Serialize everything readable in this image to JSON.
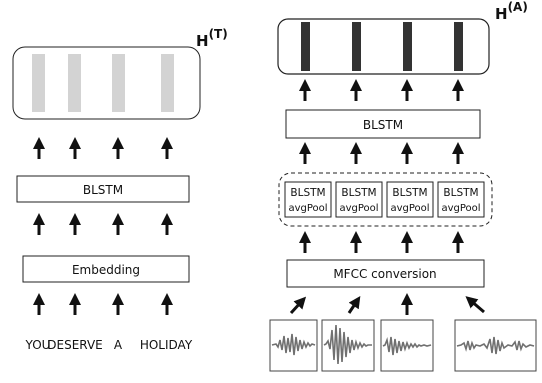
{
  "text_branch": {
    "output_label_base": "H",
    "output_label_sup": "(T)",
    "blstm_label": "BLSTM",
    "embedding_label": "Embedding",
    "words": [
      "YOU",
      "DESERVE",
      "A",
      "HOLIDAY"
    ]
  },
  "audio_branch": {
    "output_label_base": "H",
    "output_label_sup": "(A)",
    "blstm_label": "BLSTM",
    "mfcc_label": "MFCC conversion",
    "pool_cells": [
      {
        "line1": "BLSTM",
        "line2": "avgPool"
      },
      {
        "line1": "BLSTM",
        "line2": "avgPool"
      },
      {
        "line1": "BLSTM",
        "line2": "avgPool"
      },
      {
        "line1": "BLSTM",
        "line2": "avgPool"
      }
    ],
    "waveform_icons": [
      "waveform-icon",
      "waveform-icon",
      "waveform-icon",
      "waveform-icon"
    ]
  },
  "colors": {
    "text_hidden_bar": "#d3d3d3",
    "audio_hidden_bar": "#333333",
    "waveform": "#707070",
    "stroke": "#222222"
  }
}
